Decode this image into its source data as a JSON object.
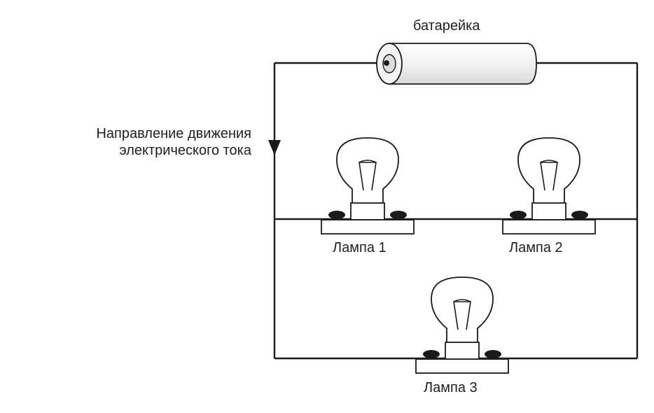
{
  "labels": {
    "battery": "батарейка",
    "current_direction_line1": "Направление движения",
    "current_direction_line2": "электрического тока",
    "lamp1": "Лампа 1",
    "lamp2": "Лампа 2",
    "lamp3": "Лампа 3"
  },
  "colors": {
    "wire": "#1a1a1a",
    "text": "#1f1f1f",
    "background": "#ffffff"
  }
}
